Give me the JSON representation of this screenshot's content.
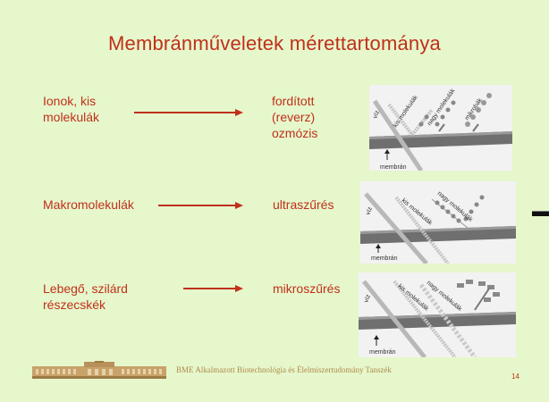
{
  "title": "Membránműveletek mérettartománya",
  "rows": [
    {
      "left": [
        "Ionok, kis",
        "molekulák"
      ],
      "right": [
        "fordított",
        "(reverz)",
        "ozmózis"
      ]
    },
    {
      "left": [
        "Makromolekulák"
      ],
      "right": [
        "ultraszűrés"
      ]
    },
    {
      "left": [
        "Lebegő, szilárd",
        "részecskék"
      ],
      "right": [
        "mikroszűrés"
      ]
    }
  ],
  "diagram_labels": {
    "viz": "víz",
    "kis_molekulak": "kis molekulák",
    "nagy_molekulak": "nagy molekulák",
    "mikrobak": "mikrobák",
    "membran": "membrán"
  },
  "footer": {
    "institution": "BME Alkalmazott Biotechnológia és Élelmiszertudomány Tanszék"
  },
  "page_number": "14",
  "colors": {
    "background": "#e6f7cc",
    "accent": "#c0301a",
    "membrane": "#6a6a6a",
    "footer_text": "#b08a4a"
  }
}
